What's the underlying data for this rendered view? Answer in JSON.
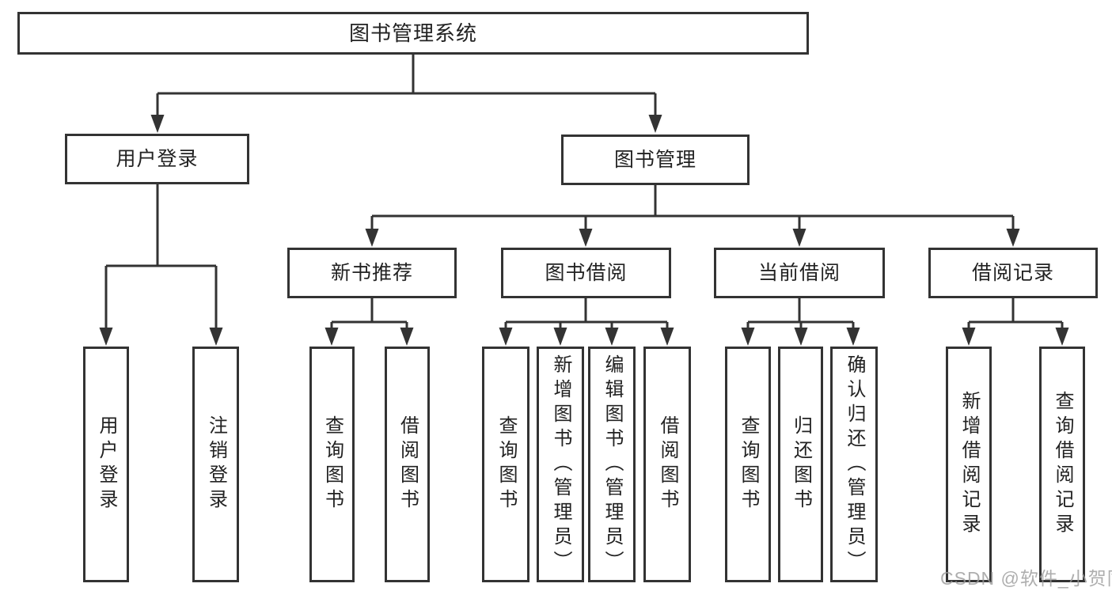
{
  "colors": {
    "line": "#333333",
    "box_border": "#333333",
    "text": "#222222",
    "background": "#ffffff",
    "watermark_text": "#9a9a9a"
  },
  "nodes": {
    "root": {
      "id": "library-management-system",
      "label": "图书管理系统"
    },
    "level2": [
      {
        "id": "user-login",
        "label": "用户登录",
        "parent": "library-management-system"
      },
      {
        "id": "book-management",
        "label": "图书管理",
        "parent": "library-management-system"
      }
    ],
    "level3": [
      {
        "id": "new-book-recommend",
        "label": "新书推荐",
        "parent": "book-management"
      },
      {
        "id": "book-borrow",
        "label": "图书借阅",
        "parent": "book-management"
      },
      {
        "id": "current-borrow",
        "label": "当前借阅",
        "parent": "book-management"
      },
      {
        "id": "borrow-records",
        "label": "借阅记录",
        "parent": "book-management"
      }
    ],
    "leaves": [
      {
        "id": "leaf-user-login",
        "label": "用户登录",
        "parent": "user-login"
      },
      {
        "id": "leaf-logout",
        "label": "注销登录",
        "parent": "user-login"
      },
      {
        "id": "leaf-query-books-recommend",
        "label": "查询图书",
        "parent": "new-book-recommend"
      },
      {
        "id": "leaf-borrow-books-recommend",
        "label": "借阅图书",
        "parent": "new-book-recommend"
      },
      {
        "id": "leaf-query-books-borrow",
        "label": "查询图书",
        "parent": "book-borrow"
      },
      {
        "id": "leaf-add-books-admin",
        "label": "新增图书（管理员）",
        "parent": "book-borrow"
      },
      {
        "id": "leaf-edit-books-admin",
        "label": "编辑图书（管理员）",
        "parent": "book-borrow"
      },
      {
        "id": "leaf-borrow-books-borrow",
        "label": "借阅图书",
        "parent": "book-borrow"
      },
      {
        "id": "leaf-query-books-current",
        "label": "查询图书",
        "parent": "current-borrow"
      },
      {
        "id": "leaf-return-books",
        "label": "归还图书",
        "parent": "current-borrow"
      },
      {
        "id": "leaf-confirm-return-admin",
        "label": "确认归还（管理员）",
        "parent": "current-borrow"
      },
      {
        "id": "leaf-add-borrow-record",
        "label": "新增借阅记录",
        "parent": "borrow-records"
      },
      {
        "id": "leaf-query-borrow-record",
        "label": "查询借阅记录",
        "parent": "borrow-records"
      }
    ]
  },
  "watermark": {
    "text": "CSDN @软件_小贺同学"
  }
}
